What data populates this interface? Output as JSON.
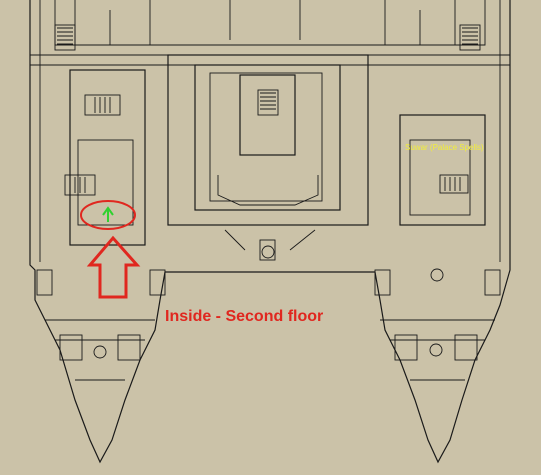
{
  "map": {
    "npc_label": "Suwar (Palace Spells)",
    "annotation_text": "Inside - Second floor",
    "colors": {
      "background": "#cbc2a8",
      "walls": "#1a1a1a",
      "annotation": "#e0271f",
      "npc_label": "#f2ee3a",
      "player_marker": "#2fd12f"
    },
    "icons": [
      "player-marker-icon",
      "red-circle-highlight",
      "red-arrow-up-icon"
    ]
  }
}
